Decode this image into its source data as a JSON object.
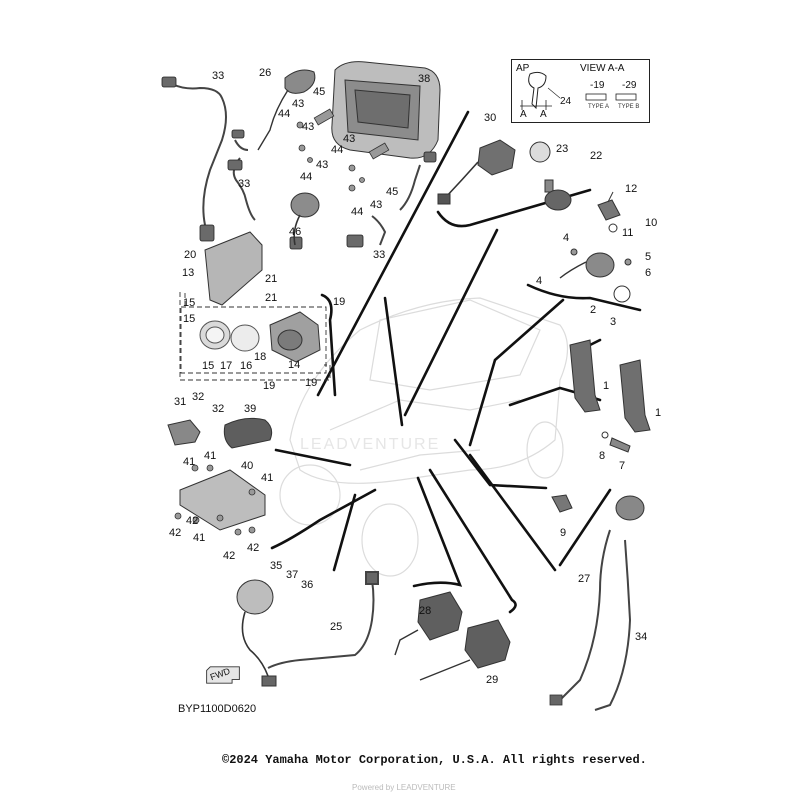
{
  "drawing_code": "BYP1100D0620",
  "copyright": "©2024 Yamaha Motor Corporation, U.S.A. All rights reserved.",
  "watermark": "LEADVENTURE",
  "sub_watermark": "Powered by LEADVENTURE",
  "view_box": {
    "key_label": "AP",
    "title": "VIEW A-A",
    "left_ref": "-19",
    "right_ref": "-29",
    "type_a": "TYPE A",
    "type_b": "TYPE B",
    "section_a_left": "A",
    "section_a_right": "A",
    "callout": "24"
  },
  "fwd_label": "FWD",
  "callouts": [
    {
      "id": "c33a",
      "text": "33"
    },
    {
      "id": "c26",
      "text": "26"
    },
    {
      "id": "c38",
      "text": "38"
    },
    {
      "id": "c45a",
      "text": "45"
    },
    {
      "id": "c43a",
      "text": "43"
    },
    {
      "id": "c44a",
      "text": "44"
    },
    {
      "id": "c43b",
      "text": "43"
    },
    {
      "id": "c44b",
      "text": "44"
    },
    {
      "id": "c43c",
      "text": "43"
    },
    {
      "id": "c44c",
      "text": "44"
    },
    {
      "id": "c43d",
      "text": "43"
    },
    {
      "id": "c45b",
      "text": "45"
    },
    {
      "id": "c33b",
      "text": "33"
    },
    {
      "id": "c46",
      "text": "46"
    },
    {
      "id": "c44d",
      "text": "44"
    },
    {
      "id": "c43e",
      "text": "43"
    },
    {
      "id": "c33c",
      "text": "33"
    },
    {
      "id": "c30",
      "text": "30"
    },
    {
      "id": "c23",
      "text": "23"
    },
    {
      "id": "c22",
      "text": "22"
    },
    {
      "id": "c12",
      "text": "12"
    },
    {
      "id": "c10",
      "text": "10"
    },
    {
      "id": "c11",
      "text": "11"
    },
    {
      "id": "c4a",
      "text": "4"
    },
    {
      "id": "c5",
      "text": "5"
    },
    {
      "id": "c6",
      "text": "6"
    },
    {
      "id": "c4b",
      "text": "4"
    },
    {
      "id": "c2",
      "text": "2"
    },
    {
      "id": "c3",
      "text": "3"
    },
    {
      "id": "c1a",
      "text": "1"
    },
    {
      "id": "c1b",
      "text": "1"
    },
    {
      "id": "c8",
      "text": "8"
    },
    {
      "id": "c7",
      "text": "7"
    },
    {
      "id": "c9",
      "text": "9"
    },
    {
      "id": "c20",
      "text": "20"
    },
    {
      "id": "c21a",
      "text": "21"
    },
    {
      "id": "c21b",
      "text": "21"
    },
    {
      "id": "c13",
      "text": "13"
    },
    {
      "id": "c15a",
      "text": "15"
    },
    {
      "id": "c15b",
      "text": "15"
    },
    {
      "id": "c15c",
      "text": "15"
    },
    {
      "id": "c17",
      "text": "17"
    },
    {
      "id": "c16",
      "text": "16"
    },
    {
      "id": "c18",
      "text": "18"
    },
    {
      "id": "c14",
      "text": "14"
    },
    {
      "id": "c19a",
      "text": "19"
    },
    {
      "id": "c19b",
      "text": "19"
    },
    {
      "id": "c19c",
      "text": "19"
    },
    {
      "id": "c31",
      "text": "31"
    },
    {
      "id": "c32a",
      "text": "32"
    },
    {
      "id": "c32b",
      "text": "32"
    },
    {
      "id": "c39",
      "text": "39"
    },
    {
      "id": "c41a",
      "text": "41"
    },
    {
      "id": "c41b",
      "text": "41"
    },
    {
      "id": "c40",
      "text": "40"
    },
    {
      "id": "c41c",
      "text": "41"
    },
    {
      "id": "c42a",
      "text": "42"
    },
    {
      "id": "c42b",
      "text": "42"
    },
    {
      "id": "c41d",
      "text": "41"
    },
    {
      "id": "c42c",
      "text": "42"
    },
    {
      "id": "c42d",
      "text": "42"
    },
    {
      "id": "c35",
      "text": "35"
    },
    {
      "id": "c37",
      "text": "37"
    },
    {
      "id": "c36",
      "text": "36"
    },
    {
      "id": "c25",
      "text": "25"
    },
    {
      "id": "c28",
      "text": "28"
    },
    {
      "id": "c29",
      "text": "29"
    },
    {
      "id": "c27",
      "text": "27"
    },
    {
      "id": "c34",
      "text": "34"
    }
  ]
}
